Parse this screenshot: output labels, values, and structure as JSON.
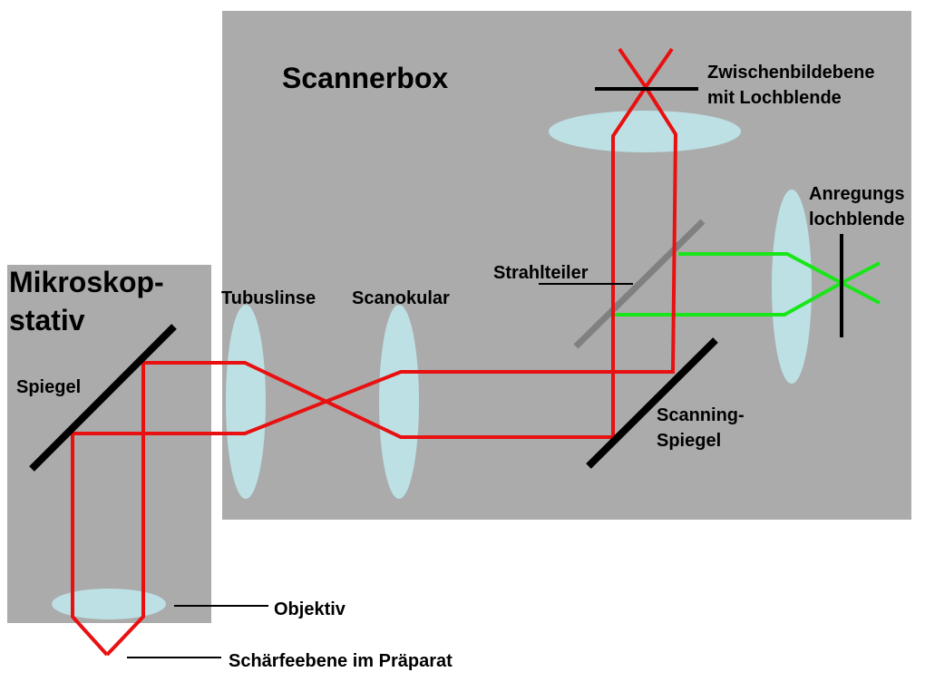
{
  "title": "Scannerbox",
  "labels": {
    "stand_line1": "Mikroskop-",
    "stand_line2": "stativ",
    "mirror": "Spiegel",
    "tube_lens": "Tubuslinse",
    "scan_eyepiece": "Scanokular",
    "beam_splitter": "Strahlteiler",
    "intermediate_line1": "Zwischenbildebene",
    "intermediate_line2": "mit Lochblende",
    "excitation_line1": "Anregungs",
    "excitation_line2": "lochblende",
    "scan_mirror_line1": "Scanning-",
    "scan_mirror_line2": "Spiegel",
    "objective": "Objektiv",
    "focal_plane": "Schärfeebene im Präparat"
  },
  "colors": {
    "box": "#ababab",
    "lens": "#bde0e4",
    "detection_beam": "#e81010",
    "excitation_beam": "#19e619",
    "mirror": "#000000",
    "splitter": "#808080"
  }
}
